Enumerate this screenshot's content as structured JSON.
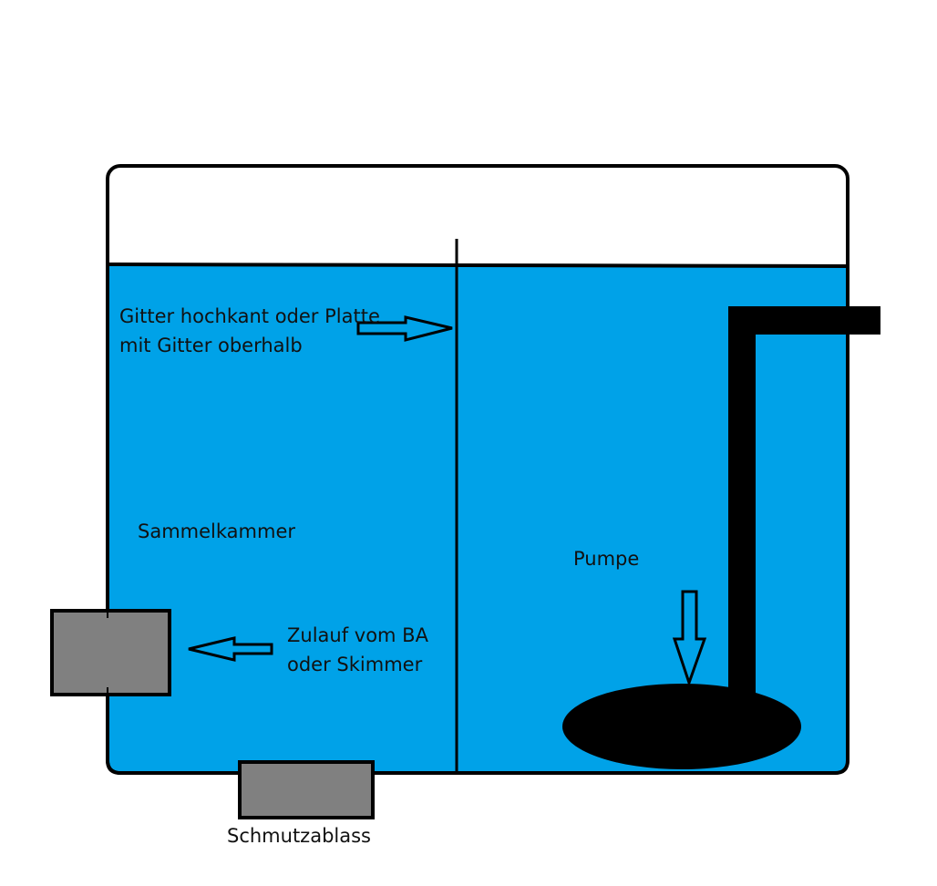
{
  "diagram": {
    "colors": {
      "water": "#00a2e8",
      "outline": "#000000",
      "box_fill": "#808080",
      "background": "#ffffff"
    },
    "labels": {
      "gitter_line1": "Gitter hochkant oder Platte",
      "gitter_line2": "mit Gitter oberhalb",
      "sammelkammer": "Sammelkammer",
      "zulauf_line1": "Zulauf vom BA",
      "zulauf_line2": "oder Skimmer",
      "pumpe": "Pumpe",
      "schmutzablass": "Schmutzablass"
    }
  }
}
